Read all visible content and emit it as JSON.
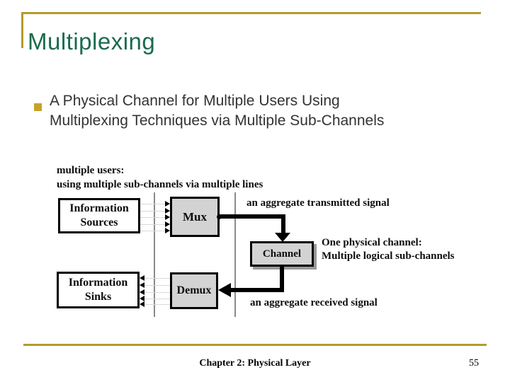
{
  "slide": {
    "title": "Multiplexing",
    "bullet_text": "A Physical Channel for Multiple Users Using Multiplexing Techniques via Multiple Sub-Channels"
  },
  "diagram": {
    "caption_line1": "multiple users:",
    "caption_line2": "using multiple sub-channels via multiple lines",
    "boxes": {
      "sources": "Information Sources",
      "mux": "Mux",
      "channel": "Channel",
      "demux": "Demux",
      "sinks": "Information Sinks"
    },
    "labels": {
      "transmitted": "an aggregate transmitted signal",
      "physical_line1": "One physical channel:",
      "physical_line2": "Multiple logical sub-channels",
      "received": "an aggregate received signal"
    }
  },
  "footer": {
    "chapter": "Chapter 2: Physical Layer",
    "page_number": "55"
  },
  "colors": {
    "accent_gold": "#b49b2b",
    "bullet_gold": "#c7a229",
    "title_green": "#1a6b4d",
    "body_text": "#333333",
    "box_fill_gray": "#d3d3d3",
    "lane_line_gray": "#8a8a8a"
  }
}
